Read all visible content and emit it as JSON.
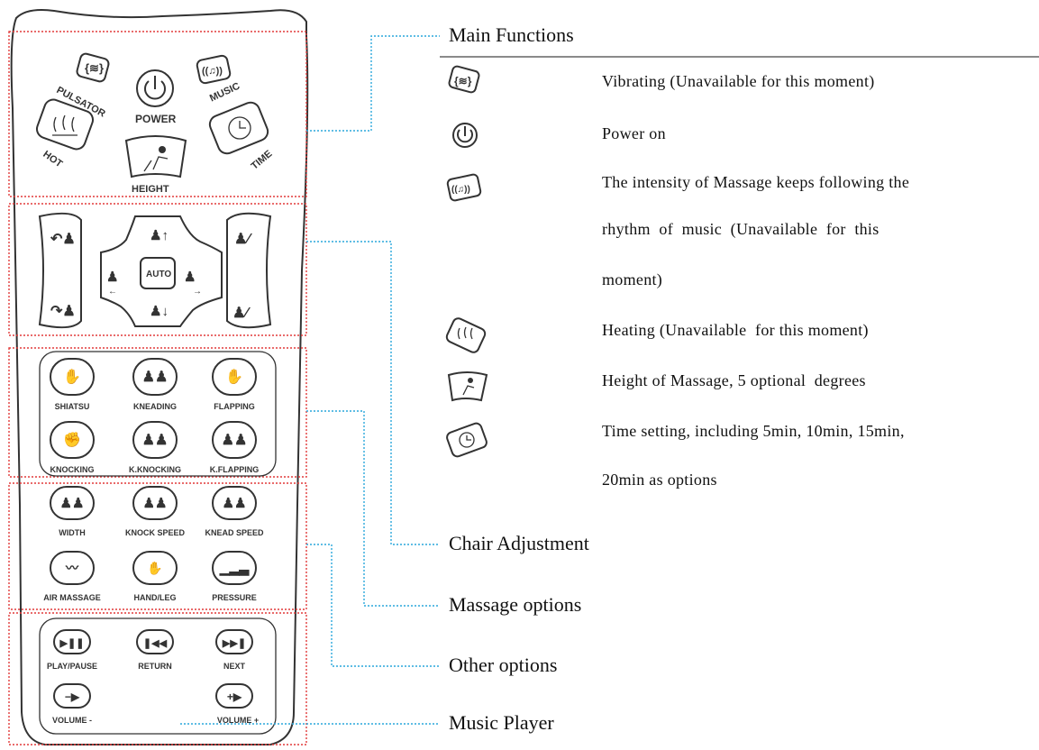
{
  "remote": {
    "top": {
      "pulsator": "PULSATOR",
      "power": "POWER",
      "music": "MUSIC",
      "hot": "HOT",
      "height": "HEIGHT",
      "time": "TIME"
    },
    "adjust": {
      "auto": "AUTO"
    },
    "massage_row1": [
      "SHIATSU",
      "KNEADING",
      "FLAPPING"
    ],
    "massage_row2": [
      "KNOCKING",
      "K.KNOCKING",
      "K.FLAPPING"
    ],
    "other_row1": [
      "WIDTH",
      "KNOCK SPEED",
      "KNEAD SPEED"
    ],
    "other_row2": [
      "AIR MASSAGE",
      "HAND/LEG",
      "PRESSURE"
    ],
    "player_row1": [
      "PLAY/PAUSE",
      "RETURN",
      "NEXT"
    ],
    "player_row2": [
      "VOLUME -",
      "VOLUME +"
    ]
  },
  "sections": {
    "main": "Main Functions",
    "chair": "Chair Adjustment",
    "massage": "Massage options",
    "other": "Other options",
    "music": "Music Player"
  },
  "legend": {
    "vibrating": "Vibrating (Unavailable for this moment)",
    "power": "Power on",
    "music_l1": "The intensity of Massage keeps following the",
    "music_l2": "rhythm  of  music  (Unavailable  for  this",
    "music_l3": "moment)",
    "heating": "Heating (Unavailable  for this moment)",
    "height": "Height of Massage, 5 optional  degrees",
    "time_l1": "Time setting, including 5min, 10min, 15min,",
    "time_l2": "20min as options"
  },
  "colors": {
    "red_box": "#e23a3a",
    "blue_leader": "#2aa7dc",
    "ink": "#222222"
  }
}
